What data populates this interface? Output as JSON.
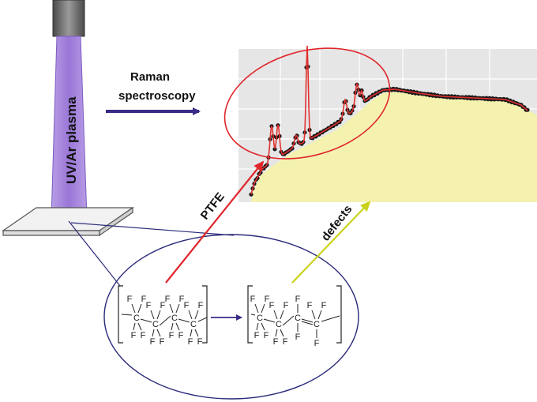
{
  "labels": {
    "source": "UV/Ar plasma",
    "method_line1": "Raman",
    "method_line2": "spectroscopy",
    "ptfe": "PTFE",
    "defects": "defects"
  },
  "chemistry": {
    "atom_fluorine": "F",
    "atom_carbon": "C"
  },
  "colors": {
    "beam": "#9c7bd6",
    "nozzle": "#6f6f6f",
    "process_arrow": "#3b2a86",
    "ptfe_arrow": "#e0252b",
    "defects_arrow": "#c9d21c",
    "spectrum_fill": "#f5f2b0",
    "spectrum_points": "#1a1a1a",
    "spectrum_fit": "#e03030",
    "zoom_ellipse": "#2a2a7a",
    "highlight_ellipse": "#e0252b"
  },
  "spectrum": {
    "grid": true,
    "highlighted_region": "raman peaks"
  }
}
